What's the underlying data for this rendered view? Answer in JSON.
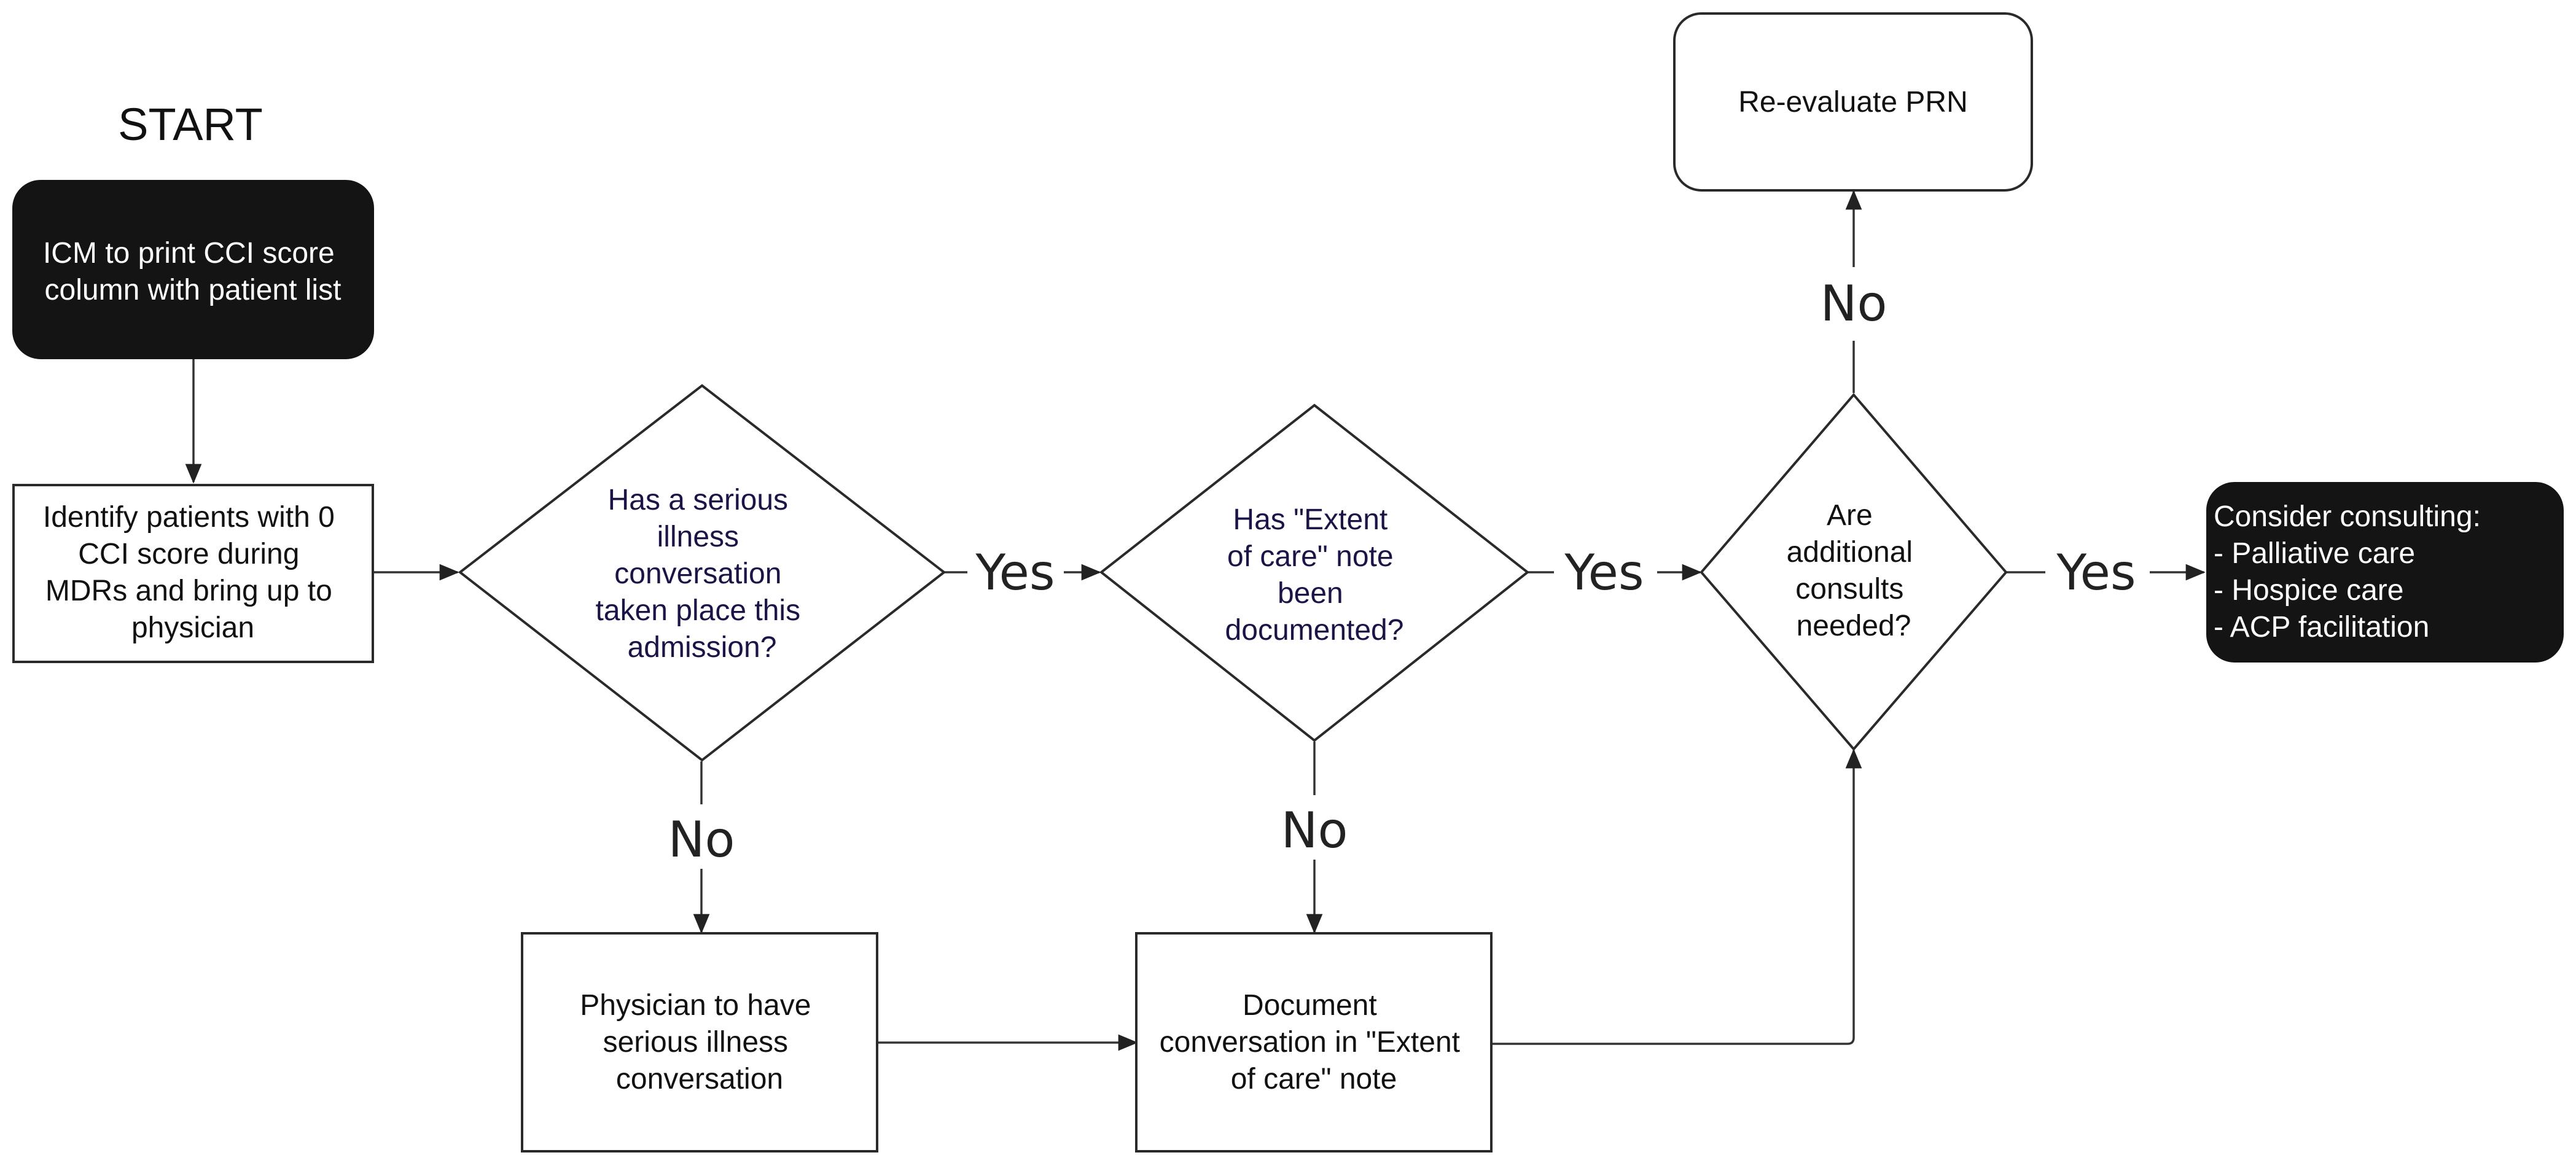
{
  "start_label": "START",
  "nodes": {
    "icm": {
      "lines": [
        "ICM to print CCI score",
        "column with patient list"
      ]
    },
    "identify": {
      "lines": [
        "Identify patients with 0",
        "CCI score during",
        "MDRs and bring up to",
        "physician"
      ]
    },
    "q_serious": {
      "lines": [
        "Has a serious",
        "illness",
        "conversation",
        "taken place this",
        "admission?"
      ]
    },
    "q_extent": {
      "lines": [
        "Has \"Extent",
        "of care\" note",
        "been",
        "documented?"
      ]
    },
    "q_consults": {
      "lines": [
        "Are",
        "additional",
        "consults",
        "needed?"
      ]
    },
    "reevaluate": {
      "lines": [
        "Re-evaluate PRN"
      ]
    },
    "consider": {
      "lines": [
        "Consider consulting:",
        "- Palliative care",
        "- Hospice care",
        "- ACP facilitation"
      ]
    },
    "physician": {
      "lines": [
        "Physician to have",
        "serious illness",
        "conversation"
      ]
    },
    "document": {
      "lines": [
        "Document",
        "conversation in \"Extent",
        "of care\" note"
      ]
    }
  },
  "edge_labels": {
    "serious_yes": "Yes",
    "extent_yes": "Yes",
    "consults_yes": "Yes",
    "serious_no": "No",
    "extent_no": "No",
    "consults_no": "No"
  },
  "colors": {
    "dark_fill": "#141414",
    "question_text": "#1b1446",
    "stroke": "#2a2a2a"
  }
}
